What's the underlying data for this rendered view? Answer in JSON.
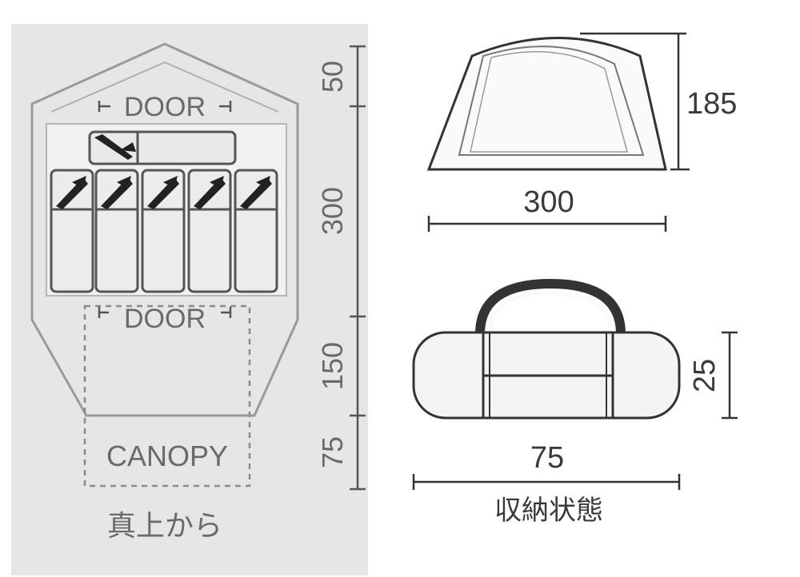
{
  "top_view": {
    "door_top": "DOOR",
    "door_bottom": "DOOR",
    "canopy": "CANOPY",
    "caption": "真上から",
    "dimensions": [
      "50",
      "300",
      "150",
      "75"
    ]
  },
  "side_view": {
    "height": "185",
    "width": "300"
  },
  "bag_view": {
    "height": "25",
    "width": "75",
    "caption": "収納状態"
  }
}
